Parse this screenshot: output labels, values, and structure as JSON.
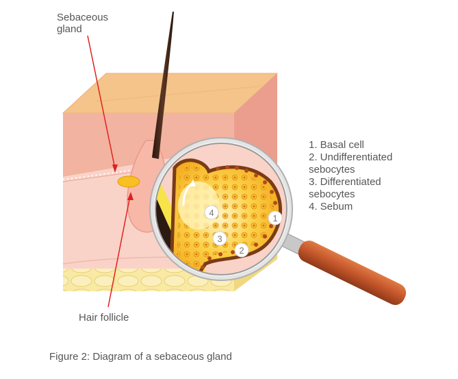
{
  "labels": {
    "sebaceous_gland": "Sebaceous gland",
    "hair_follicle": "Hair follicle"
  },
  "legend": [
    {
      "line1": "1. Basal cell"
    },
    {
      "line1": "2. Undifferentiated",
      "line2": "sebocytes"
    },
    {
      "line1": "3. Differentiated",
      "line2": "sebocytes"
    },
    {
      "line1": "4. Sebum"
    }
  ],
  "markers": [
    "1",
    "2",
    "3",
    "4"
  ],
  "caption": "Figure 2: Diagram of a sebaceous gland",
  "colors": {
    "skin_top": "#f4c48b",
    "skin_pink": "#f2b5a4",
    "dermis": "#f7c8bc",
    "fat": "#f7e79a",
    "hair": "#3b2418",
    "gland_yellow": "#f8c020",
    "pointer_red": "#e02020",
    "handle": "#c55a2c"
  }
}
